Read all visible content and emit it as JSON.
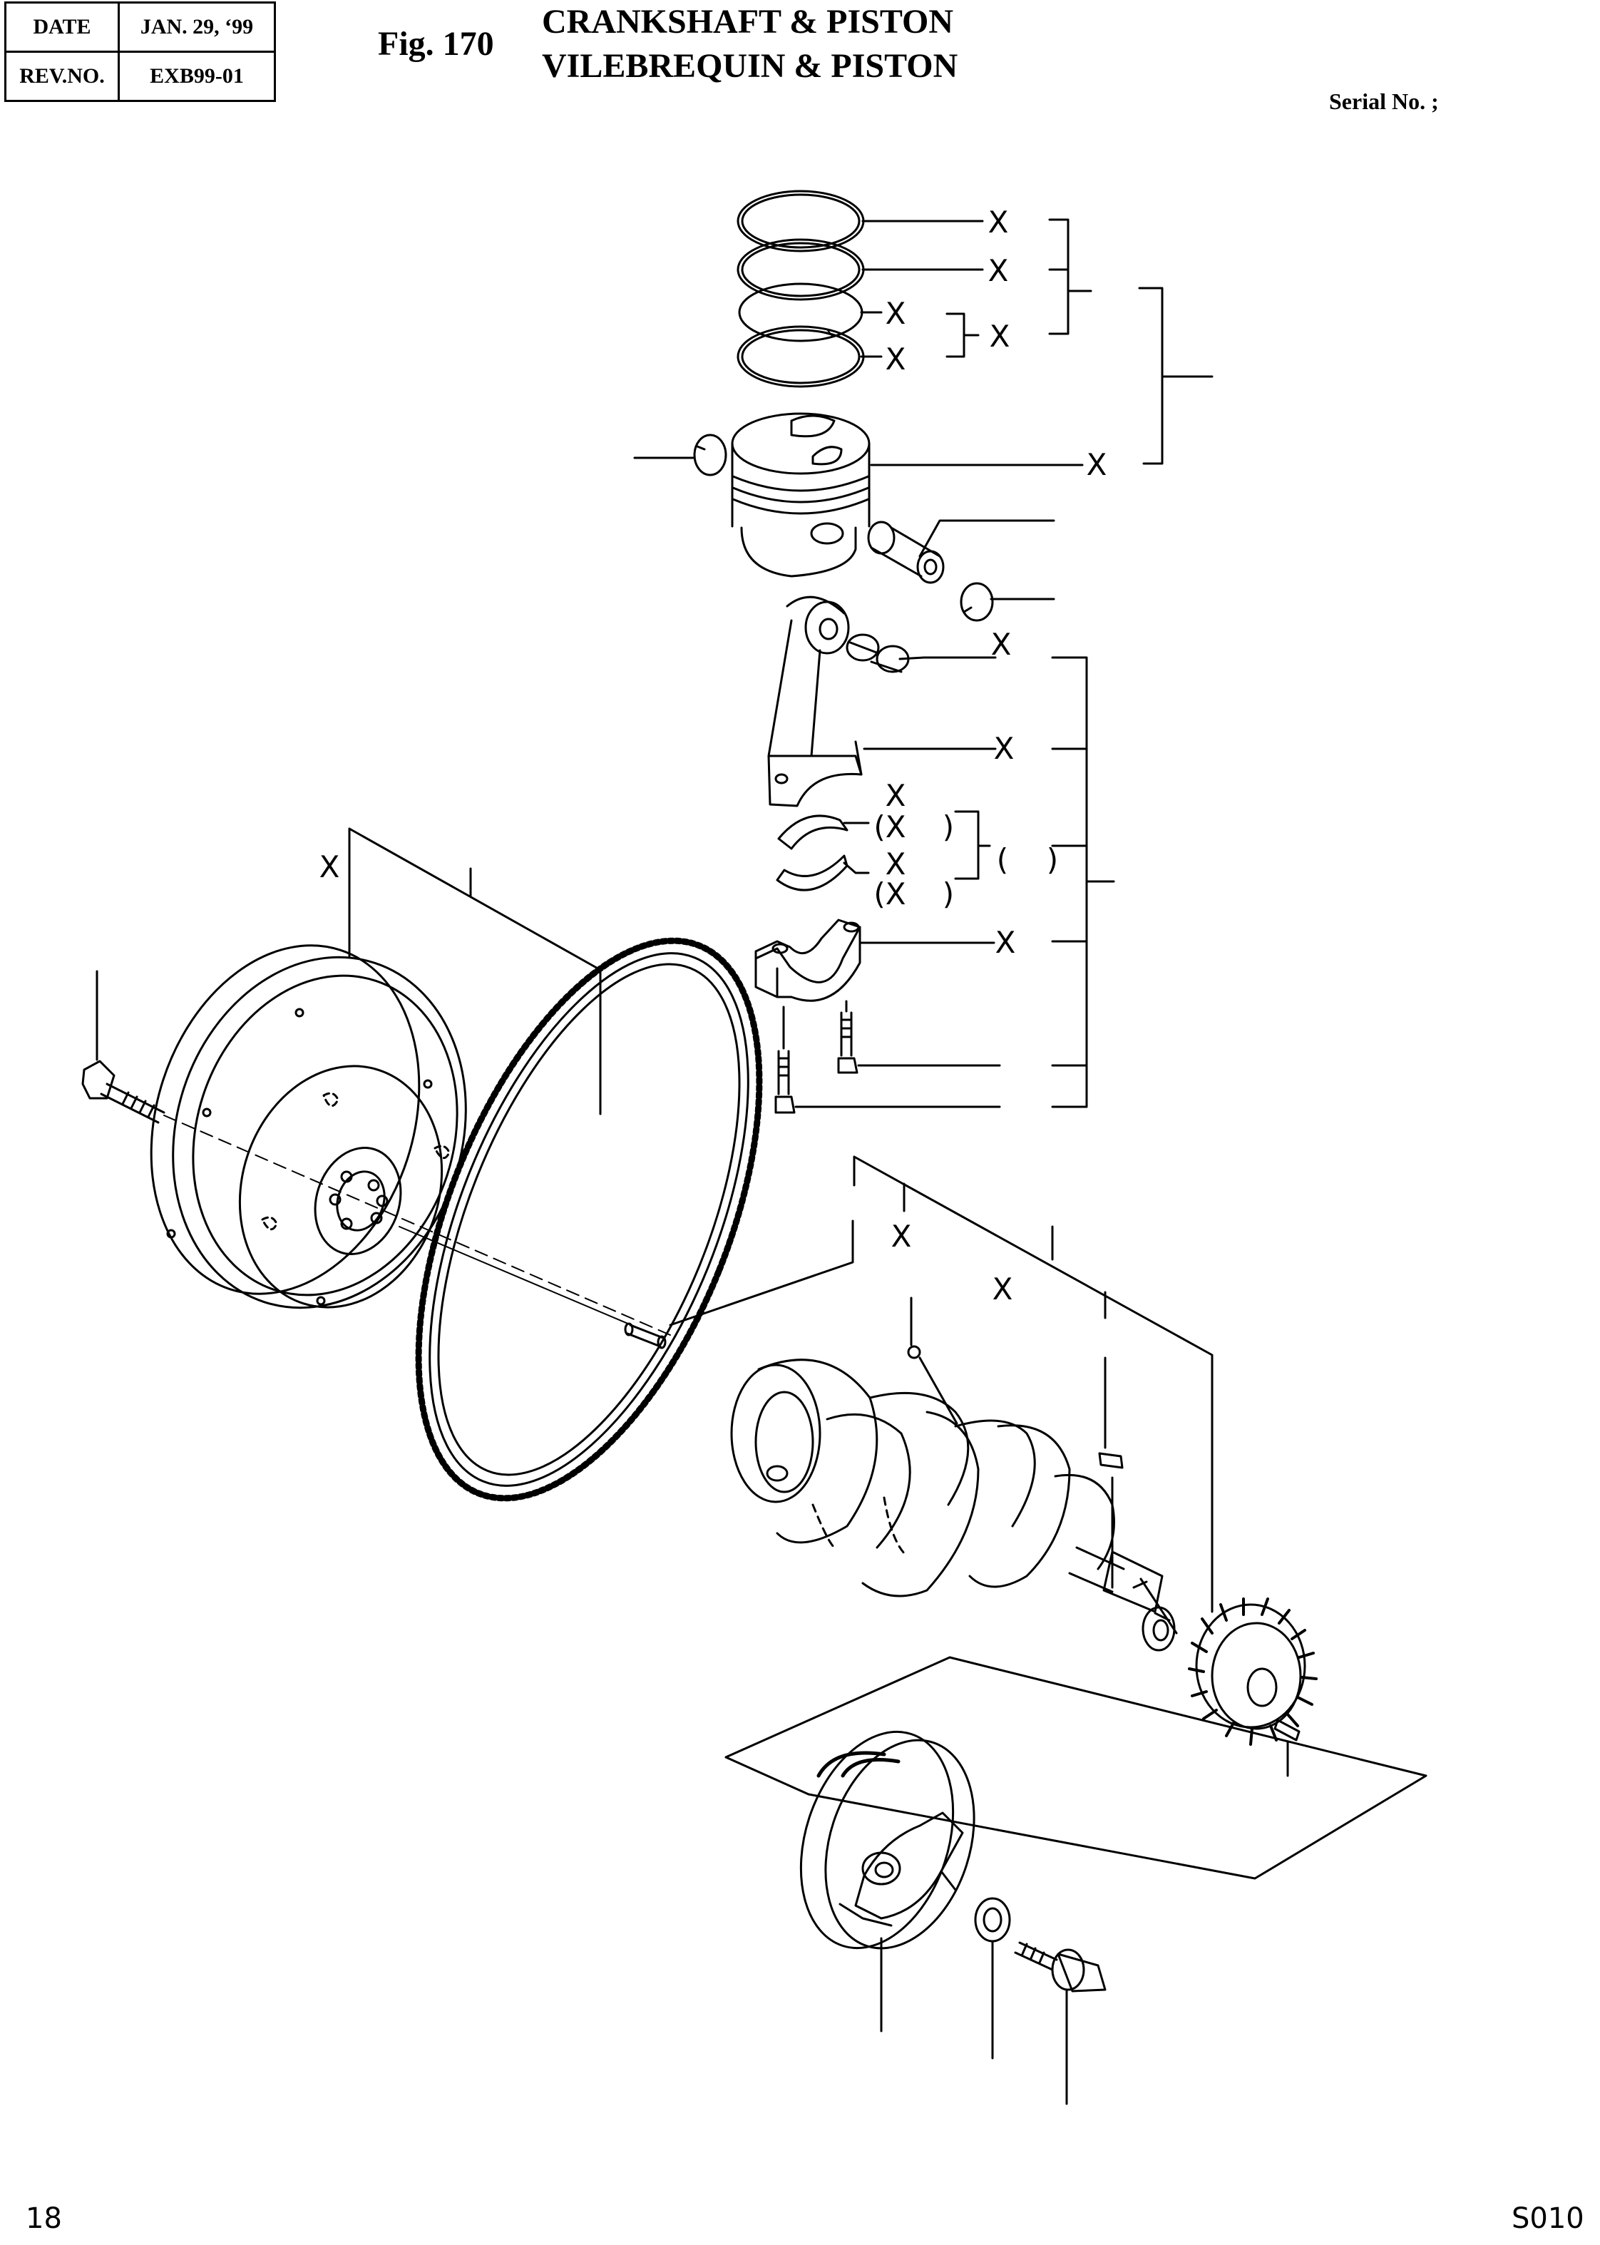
{
  "header": {
    "date_label": "DATE",
    "date_value": "JAN. 29, ‘99",
    "rev_label": "REV.NO.",
    "rev_value": "EXB99-01",
    "fig_number": "Fig. 170",
    "title_line1": "CRANKSHAFT & PISTON",
    "title_line2": "VILEBREQUIN & PISTON",
    "serial_label": "Serial No. ;"
  },
  "marks": {
    "x": "X",
    "bx": "(X",
    "rp": ")",
    "lp": "("
  },
  "footer": {
    "page_number": "18",
    "code": "S010"
  }
}
